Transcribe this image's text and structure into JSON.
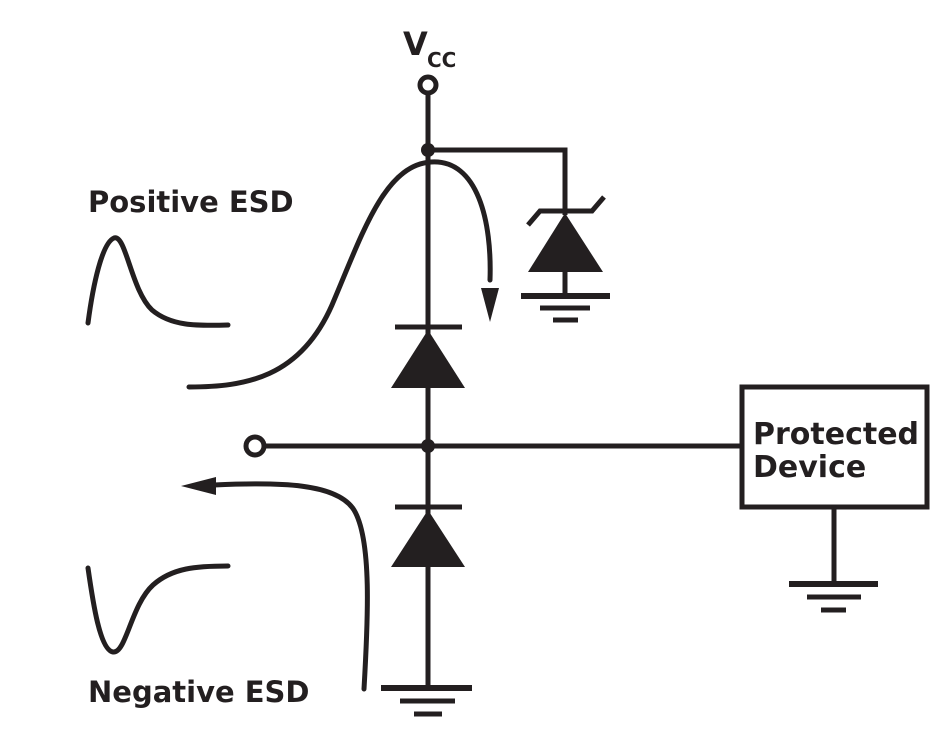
{
  "diagram": {
    "vcc_label": "V",
    "vcc_subscript": "CC",
    "positive_label": "Positive ESD",
    "negative_label": "Negative ESD",
    "device_label_line1": "Protected",
    "device_label_line2": "Device"
  },
  "colors": {
    "stroke": "#231f20",
    "background": "#ffffff"
  }
}
